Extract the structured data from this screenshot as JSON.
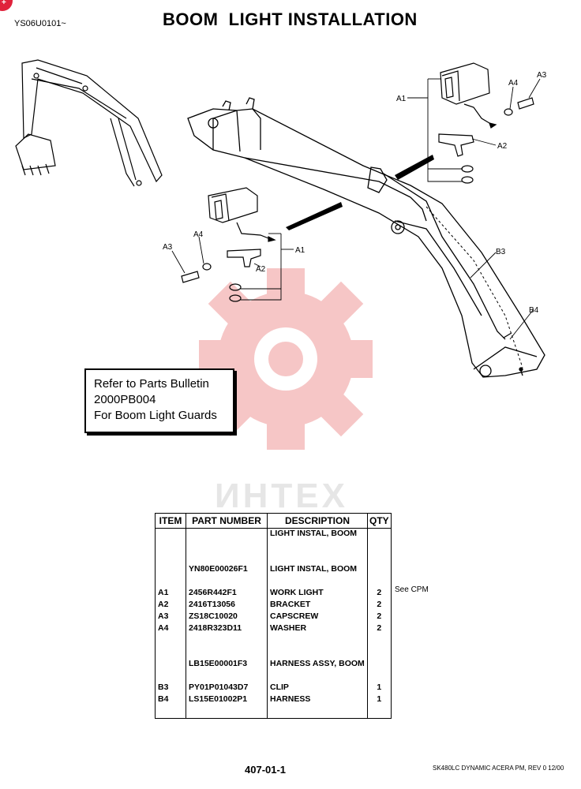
{
  "header": {
    "doc_code": "YS06U0101~",
    "title": "BOOM  LIGHT INSTALLATION"
  },
  "callouts": {
    "a1_top": "A1",
    "a2_top": "A2",
    "a3_top": "A3",
    "a4_top": "A4",
    "a1_mid": "A1",
    "a2_mid": "A2",
    "a3_mid": "A3",
    "a4_mid": "A4",
    "b3": "B3",
    "b4": "B4"
  },
  "note": {
    "line1": "Refer to Parts Bulletin",
    "line2": "2000PB004",
    "line3": "For Boom Light Guards"
  },
  "watermark": "ИНТЕХ",
  "table": {
    "headers": [
      "ITEM",
      "PART NUMBER",
      "DESCRIPTION",
      "QTY"
    ],
    "rows": [
      {
        "item": "",
        "part": "",
        "desc": "LIGHT INSTAL, BOOM",
        "qty": ""
      },
      {
        "item": "",
        "part": "",
        "desc": "",
        "qty": ""
      },
      {
        "item": "",
        "part": "",
        "desc": "",
        "qty": ""
      },
      {
        "item": "",
        "part": "YN80E00026F1",
        "desc": "LIGHT INSTAL, BOOM",
        "qty": ""
      },
      {
        "item": "",
        "part": "",
        "desc": "",
        "qty": ""
      },
      {
        "item": "A1",
        "part": "2456R442F1",
        "desc": "WORK LIGHT",
        "qty": "2"
      },
      {
        "item": "A2",
        "part": "2416T13056",
        "desc": "BRACKET",
        "qty": "2"
      },
      {
        "item": "A3",
        "part": "ZS18C10020",
        "desc": "CAPSCREW",
        "qty": "2"
      },
      {
        "item": "A4",
        "part": "2418R323D11",
        "desc": "WASHER",
        "qty": "2"
      },
      {
        "item": "",
        "part": "",
        "desc": "",
        "qty": ""
      },
      {
        "item": "",
        "part": "",
        "desc": "",
        "qty": ""
      },
      {
        "item": "",
        "part": "LB15E00001F3",
        "desc": "HARNESS ASSY, BOOM",
        "qty": ""
      },
      {
        "item": "",
        "part": "",
        "desc": "",
        "qty": ""
      },
      {
        "item": "B3",
        "part": "PY01P01043D7",
        "desc": "CLIP",
        "qty": "1"
      },
      {
        "item": "B4",
        "part": "LS15E01002P1",
        "desc": "HARNESS",
        "qty": "1"
      },
      {
        "item": "",
        "part": "",
        "desc": "",
        "qty": ""
      }
    ]
  },
  "side_note": "See CPM",
  "footer": {
    "page_number": "407-01-1",
    "ref": "SK480LC DYNAMIC ACERA PM, REV 0 12/00"
  },
  "colors": {
    "badge": "#e0223b",
    "watermark": "#f3b3b3"
  }
}
